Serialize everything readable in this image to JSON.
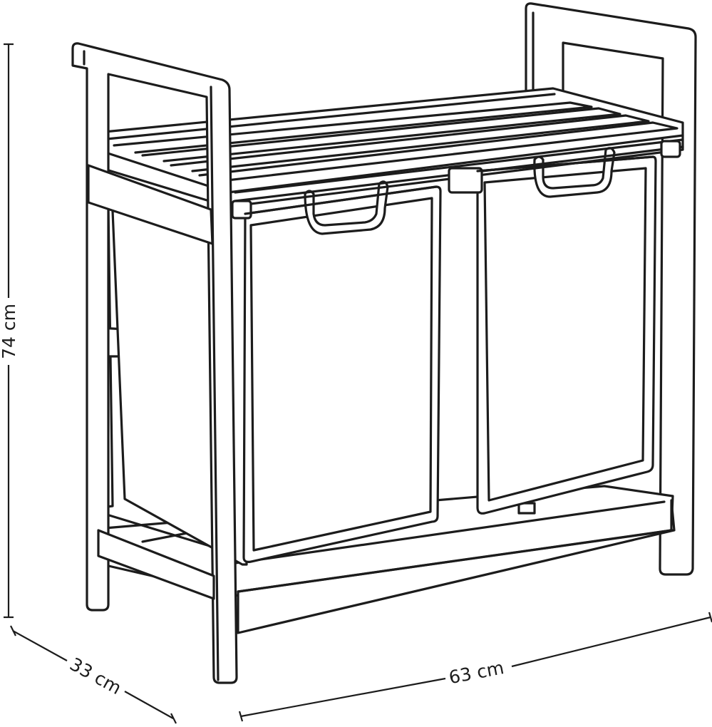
{
  "dimensions": {
    "height": "74 cm",
    "depth": "33 cm",
    "width": "63 cm"
  },
  "colors": {
    "line": "#1c1c1c",
    "background": "#ffffff"
  }
}
